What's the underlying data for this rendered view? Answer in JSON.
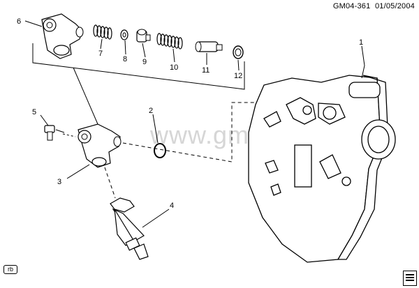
{
  "header": {
    "code": "GM04-361",
    "date": "01/05/2004"
  },
  "watermark": "www.gmsklad.ru",
  "badge": "rb",
  "callouts": [
    {
      "id": "1",
      "part": "housing"
    },
    {
      "id": "2",
      "part": "o-ring"
    },
    {
      "id": "3",
      "part": "valve-body"
    },
    {
      "id": "4",
      "part": "solenoid"
    },
    {
      "id": "5",
      "part": "bolt"
    },
    {
      "id": "6",
      "part": "valve-body-detail"
    },
    {
      "id": "7",
      "part": "spring"
    },
    {
      "id": "8",
      "part": "washer"
    },
    {
      "id": "9",
      "part": "valve"
    },
    {
      "id": "10",
      "part": "spring"
    },
    {
      "id": "11",
      "part": "plunger"
    },
    {
      "id": "12",
      "part": "seal"
    }
  ]
}
